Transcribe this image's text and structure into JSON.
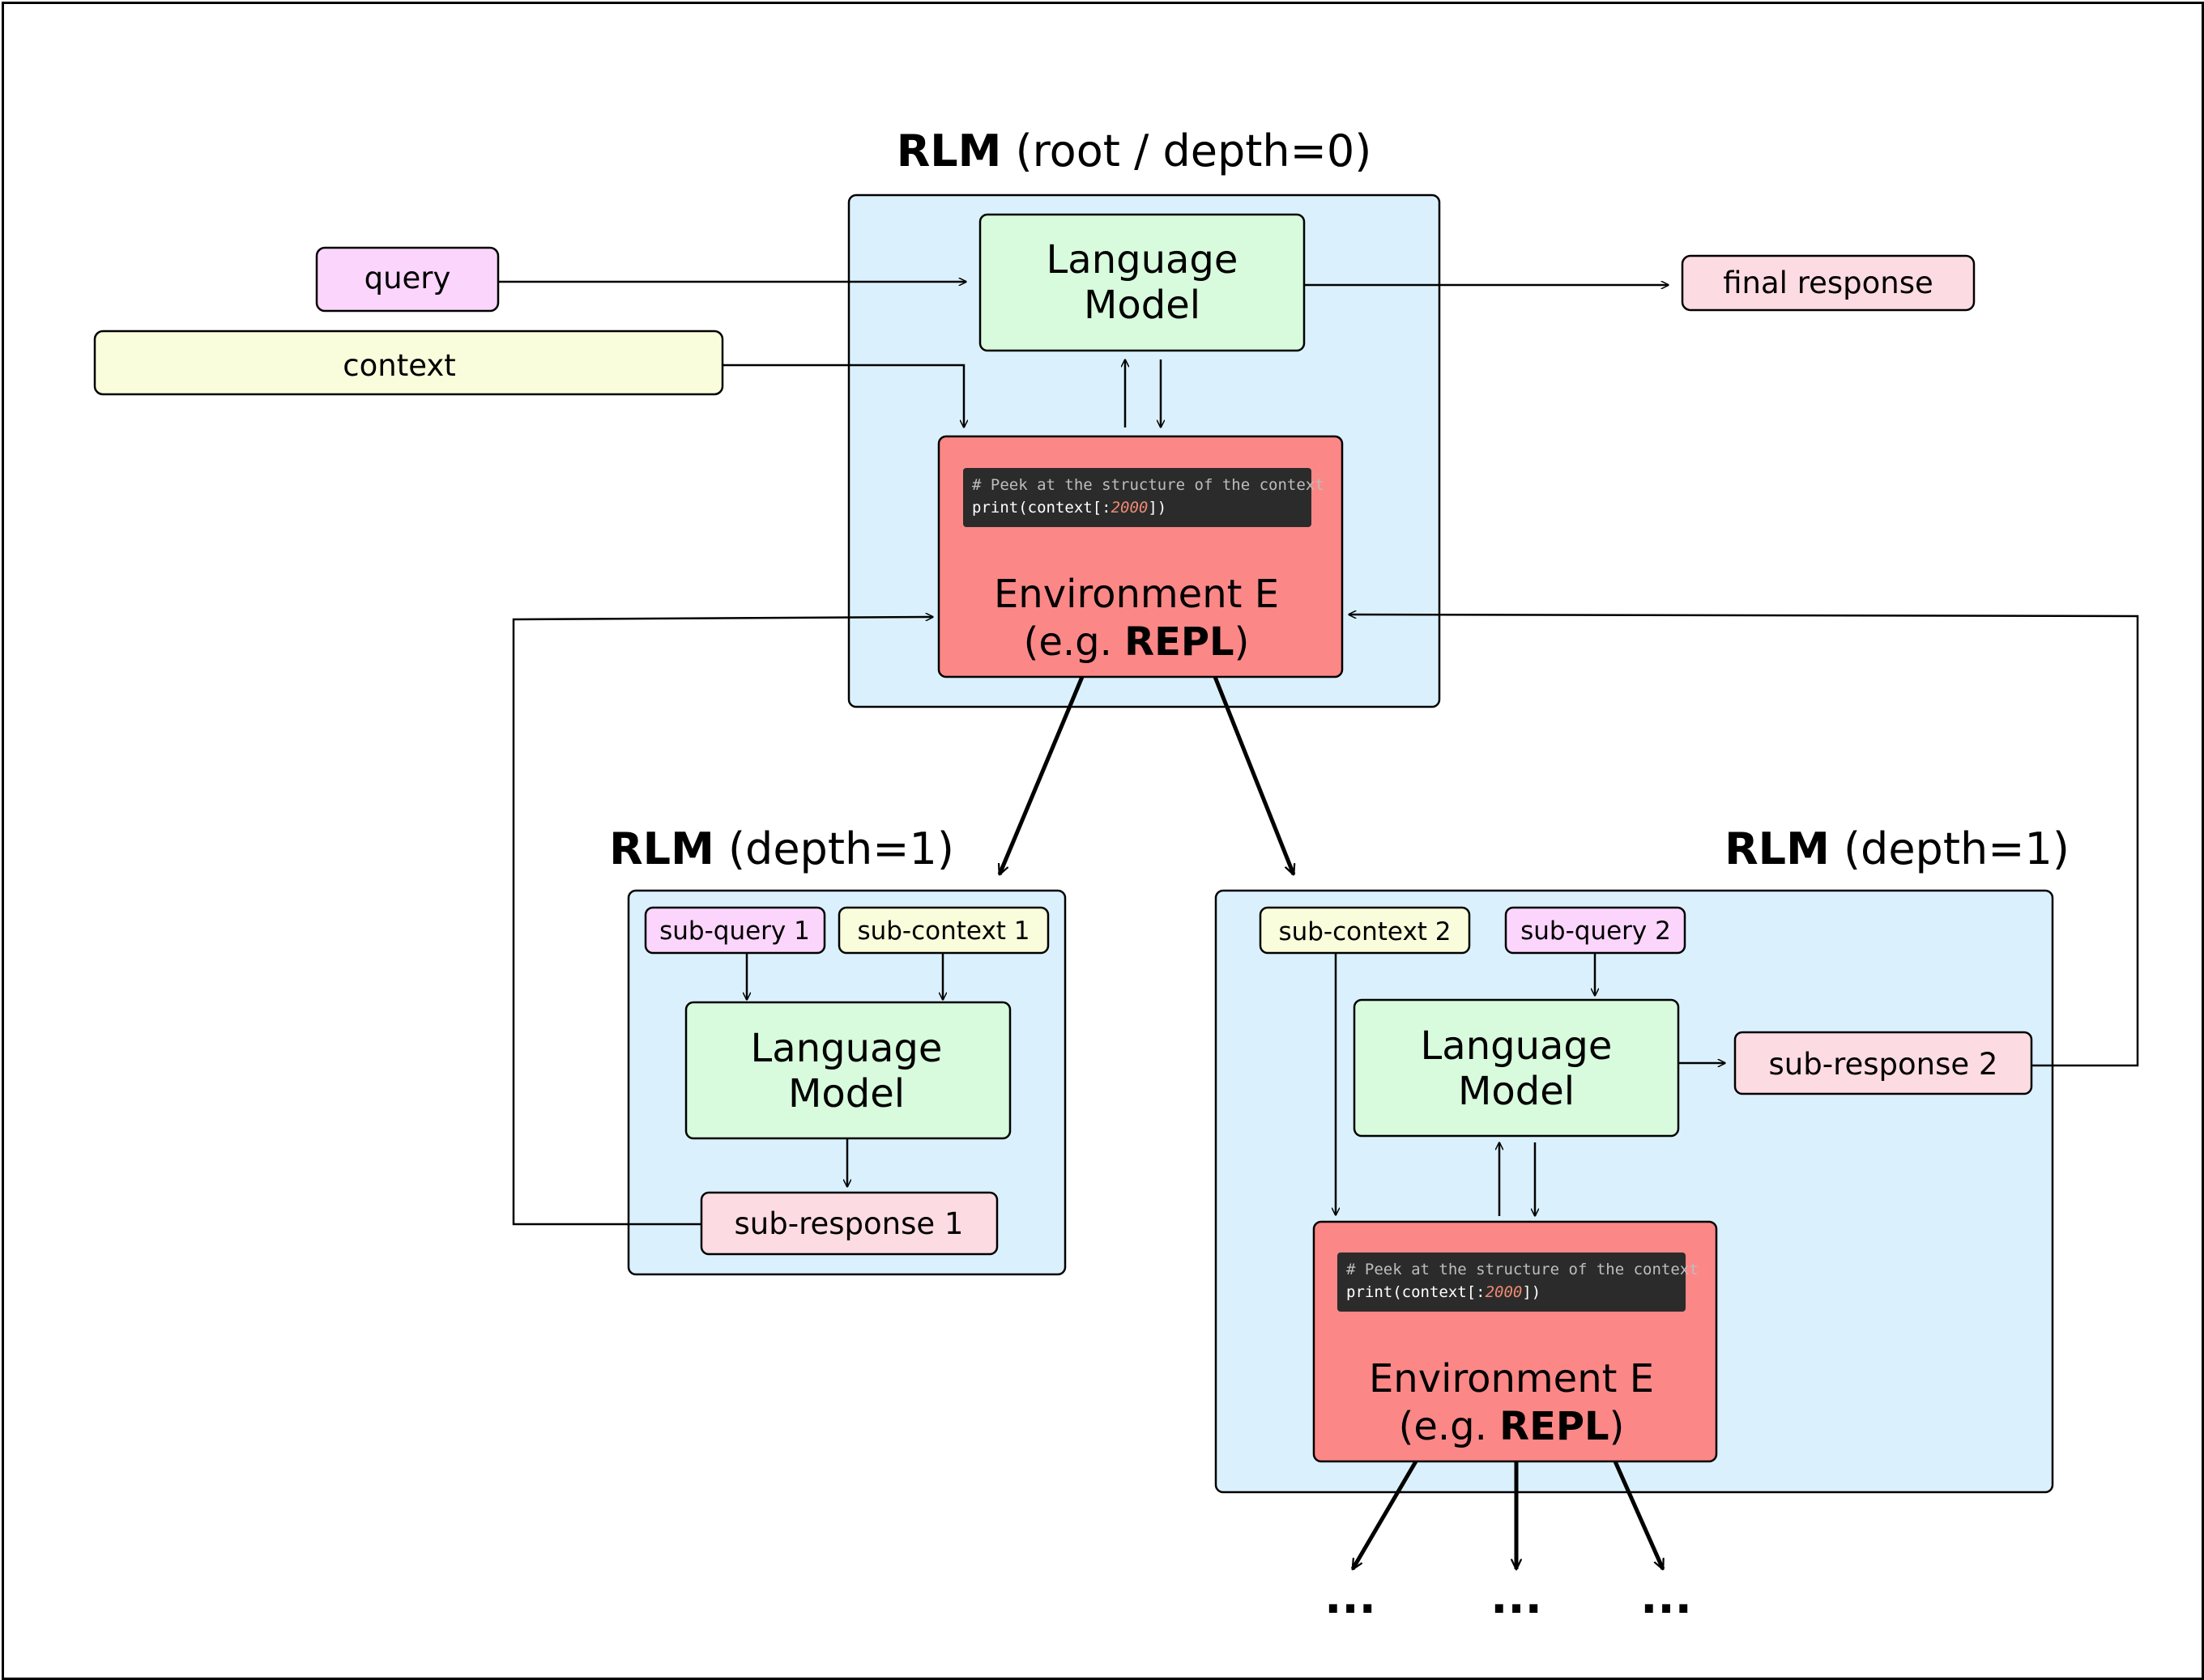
{
  "colors": {
    "rlm_box": "#daf1fd",
    "lm_box": "#d7fbdc",
    "env_box": "#fc8787",
    "query_box": "#fbd5fc",
    "context_box": "#fafddb",
    "response_box": "#fddbe3",
    "code_bg": "#2b2b2b",
    "code_comment": "#bdbdbd",
    "code_text": "#ffffff",
    "code_number": "#f18a73",
    "stroke": "#000000"
  },
  "root": {
    "title_bold": "RLM",
    "title_rest": " (root / depth=0)",
    "lm_line1": "Language",
    "lm_line2": "Model",
    "env_line1": "Environment E",
    "env_line2_pre": "(e.g. ",
    "env_line2_bold": "REPL",
    "env_line2_post": ")"
  },
  "inputs": {
    "query": "query",
    "context": "context",
    "final_response": "final response"
  },
  "code": {
    "comment": "# Peek at the structure of the context",
    "line2_pre": "print(context[:",
    "line2_num": "2000",
    "line2_post": "])"
  },
  "child1": {
    "title_bold": "RLM",
    "title_rest": " (depth=1)",
    "sub_query": "sub-query 1",
    "sub_context": "sub-context 1",
    "lm_line1": "Language",
    "lm_line2": "Model",
    "sub_response": "sub-response 1"
  },
  "child2": {
    "title_bold": "RLM",
    "title_rest": " (depth=1)",
    "sub_context": "sub-context 2",
    "sub_query": "sub-query 2",
    "lm_line1": "Language",
    "lm_line2": "Model",
    "sub_response": "sub-response 2",
    "env_line1": "Environment E",
    "env_line2_pre": "(e.g. ",
    "env_line2_bold": "REPL",
    "env_line2_post": ")"
  },
  "ellipsis": [
    "...",
    "...",
    "..."
  ]
}
